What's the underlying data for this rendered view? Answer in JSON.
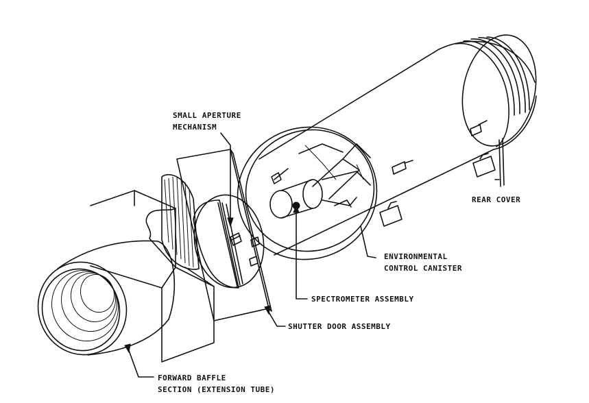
{
  "labels": {
    "small_aperture_line1": "SMALL APERTURE",
    "small_aperture_line2": "MECHANISM",
    "rear_cover": "REAR COVER",
    "environmental_line1": "ENVIRONMENTAL",
    "environmental_line2": "CONTROL CANISTER",
    "spectrometer": "SPECTROMETER ASSEMBLY",
    "shutter_door": "SHUTTER DOOR ASSEMBLY",
    "forward_baffle_line1": "FORWARD BAFFLE",
    "forward_baffle_line2": "SECTION (EXTENSION TUBE)"
  },
  "colors": {
    "ink": "#111111",
    "paper": "#ffffff"
  }
}
